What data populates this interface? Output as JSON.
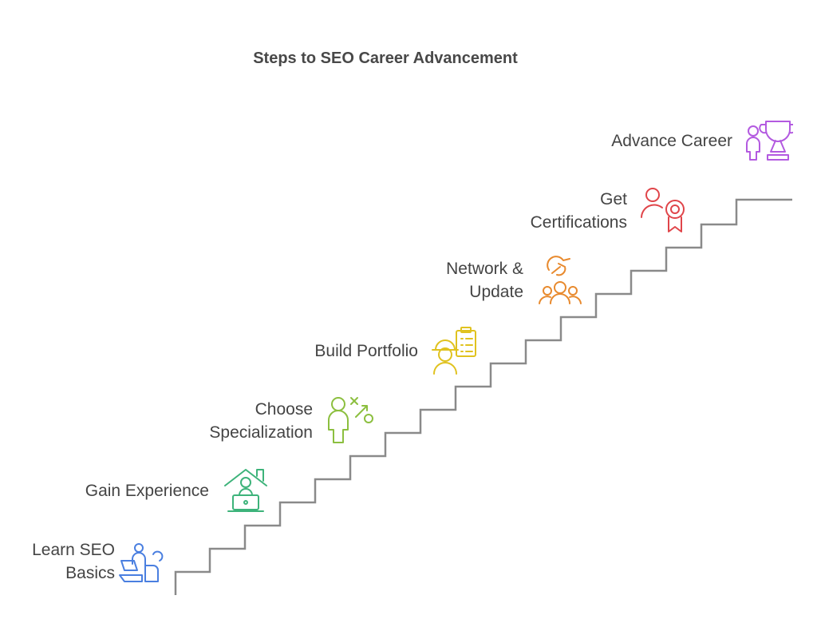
{
  "title": "Steps to SEO Career Advancement",
  "steps": [
    {
      "lines": [
        "Learn SEO",
        "Basics"
      ],
      "icon": "learner-at-laptop-icon",
      "color": "#4a7fe0"
    },
    {
      "lines": [
        "Gain Experience"
      ],
      "icon": "remote-work-house-icon",
      "color": "#3db37a"
    },
    {
      "lines": [
        "Choose",
        "Specialization"
      ],
      "icon": "person-strategy-icon",
      "color": "#8cbf3f"
    },
    {
      "lines": [
        "Build Portfolio"
      ],
      "icon": "engineer-checklist-icon",
      "color": "#e0c21f"
    },
    {
      "lines": [
        "Network &",
        "Update"
      ],
      "icon": "network-handshake-icon",
      "color": "#e88a2e"
    },
    {
      "lines": [
        "Get",
        "Certifications"
      ],
      "icon": "certified-person-icon",
      "color": "#e0454a"
    },
    {
      "lines": [
        "Advance Career"
      ],
      "icon": "person-trophy-icon",
      "color": "#b35ae0"
    }
  ]
}
